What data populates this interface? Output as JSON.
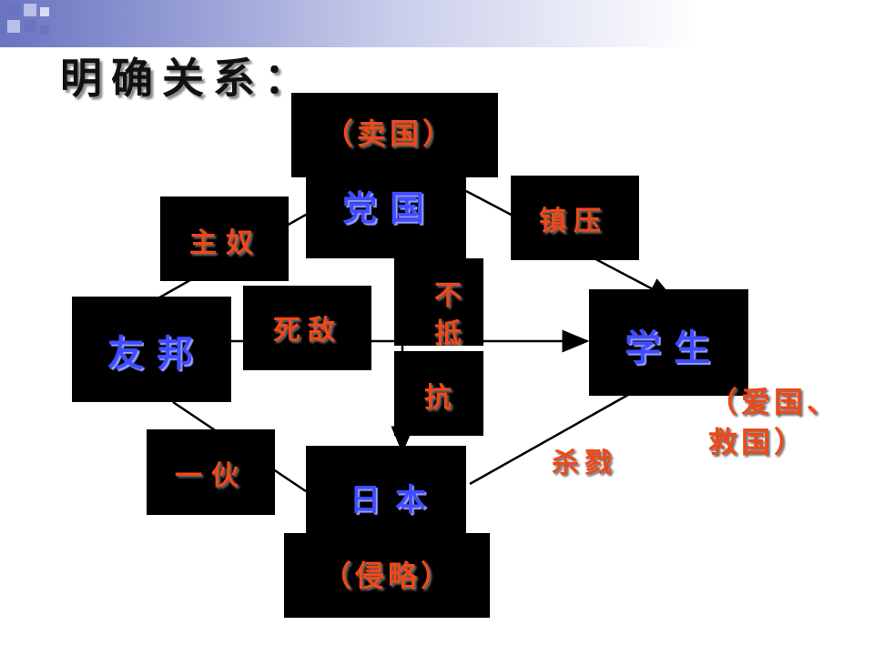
{
  "title": "明确关系：",
  "colors": {
    "box_fill": "#000000",
    "label_red": "#f04818",
    "label_blue": "#2a37e8",
    "header_band": "#6a74c0"
  },
  "nodes": {
    "dang_guo": "党国",
    "dang_guo_role": "（卖国）",
    "you_bang": "友邦",
    "xue_sheng": "学生",
    "xue_sheng_role": "（爱国、救国）",
    "ri_ben": "日本",
    "ri_ben_role": "（侵略）"
  },
  "relations": {
    "zhu_nu": "主奴",
    "zhen_ya": "镇压",
    "si_di": "死敌",
    "bu_di": "不抵",
    "kang": "抗",
    "yi_huo": "一伙",
    "sha_lu": "杀戮"
  }
}
